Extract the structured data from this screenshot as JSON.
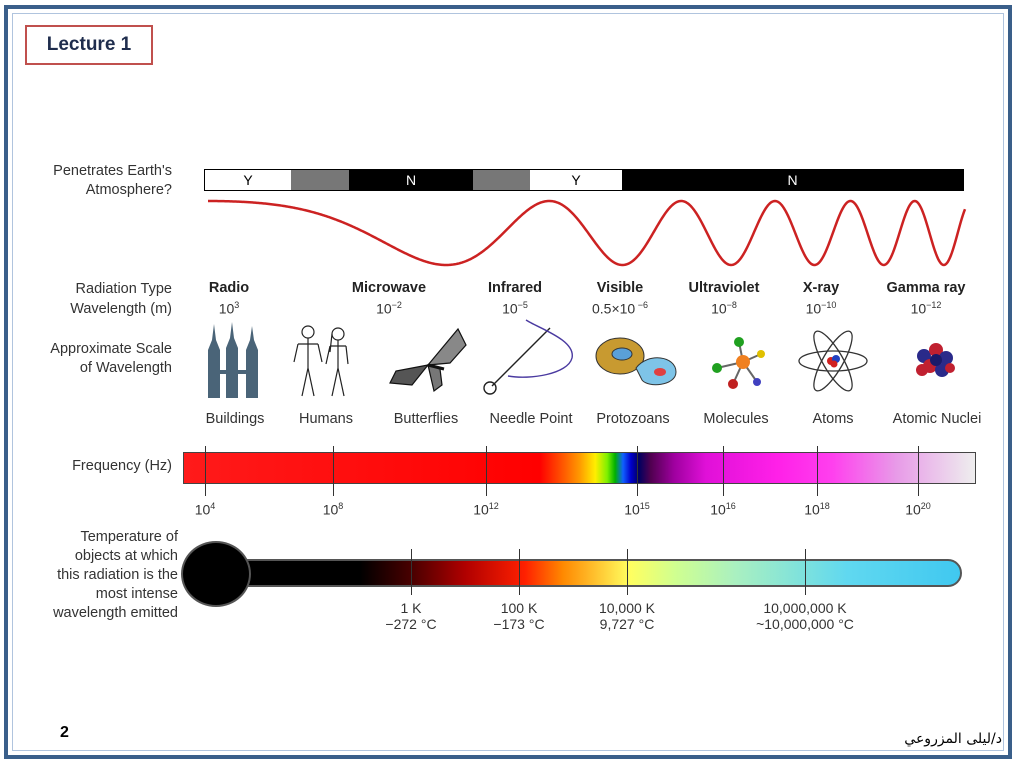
{
  "header": {
    "lecture_label": "Lecture 1"
  },
  "labels": {
    "penetrates": "Penetrates Earth's\nAtmosphere?",
    "radiation_type": "Radiation Type",
    "wavelength": "Wavelength (m)",
    "scale": "Approximate Scale\nof Wavelength",
    "frequency": "Frequency (Hz)",
    "temperature": "Temperature of\nobjects at which\nthis radiation is the\nmost intense\nwavelength emitted"
  },
  "atmosphere": [
    "Y",
    "N",
    "Y",
    "N"
  ],
  "radiation_types": [
    {
      "name": "Radio",
      "base": "10",
      "exp": "3"
    },
    {
      "name": "Microwave",
      "base": "10",
      "exp": "−2"
    },
    {
      "name": "Infrared",
      "base": "10",
      "exp": "−5"
    },
    {
      "name": "Visible",
      "base": "0.5×10",
      "exp": " −6"
    },
    {
      "name": "Ultraviolet",
      "base": "10",
      "exp": "−8"
    },
    {
      "name": "X-ray",
      "base": "10",
      "exp": "−10"
    },
    {
      "name": "Gamma ray",
      "base": "10",
      "exp": "−12"
    }
  ],
  "scale_items": [
    "Buildings",
    "Humans",
    "Butterflies",
    "Needle Point",
    "Protozoans",
    "Molecules",
    "Atoms",
    "Atomic Nuclei"
  ],
  "frequency_ticks": [
    {
      "base": "10",
      "exp": "4"
    },
    {
      "base": "10",
      "exp": "8"
    },
    {
      "base": "10",
      "exp": "12"
    },
    {
      "base": "10",
      "exp": "15"
    },
    {
      "base": "10",
      "exp": "16"
    },
    {
      "base": "10",
      "exp": "18"
    },
    {
      "base": "10",
      "exp": "20"
    }
  ],
  "temperatures": [
    {
      "k": "1 K",
      "c": "−272 °C"
    },
    {
      "k": "100 K",
      "c": "−173 °C"
    },
    {
      "k": "10,000 K",
      "c": "9,727 °C"
    },
    {
      "k": "10,000,000 K",
      "c": "~10,000,000 °C"
    }
  ],
  "footer": {
    "page_number": "2",
    "author": "د/ليلى المزروعي"
  },
  "colors": {
    "frame": "#3a5f8a",
    "lecture_border": "#c0504d",
    "wave": "#cc2222"
  },
  "icons": [
    "buildings-icon",
    "humans-icon",
    "butterfly-icon",
    "needle-icon",
    "protozoa-icon",
    "molecule-icon",
    "atom-icon",
    "nucleus-icon"
  ]
}
